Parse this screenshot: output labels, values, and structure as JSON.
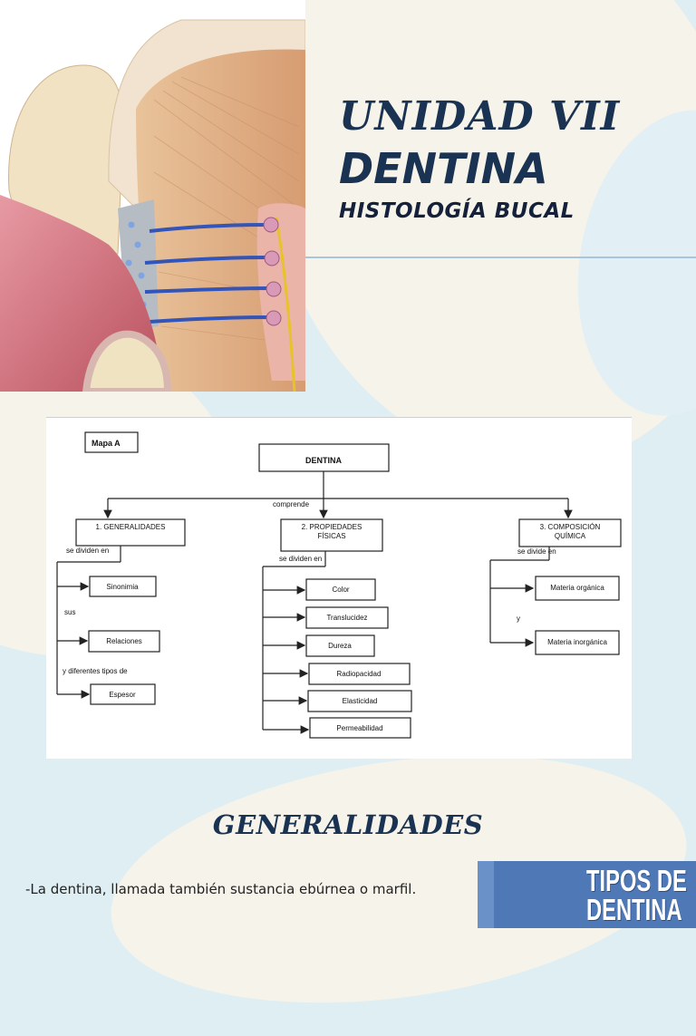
{
  "header": {
    "unit_title": "UNIDAD VII",
    "topic_title": "DENTINA",
    "course_subtitle": "HISTOLOGÍA BUCAL"
  },
  "illustration": {
    "icon": "tooth-cross-section-illustration"
  },
  "concept_map": {
    "label": "Mapa A",
    "root": "DENTINA",
    "connector": "comprende",
    "branches": [
      {
        "title": "1. GENERALIDADES",
        "subtitle": "",
        "connector": "se dividen en",
        "items": [
          "Sinonimia",
          "Relaciones",
          "Espesor"
        ],
        "between": [
          "sus",
          "y diferentes tipos de"
        ]
      },
      {
        "title": "2. PROPIEDADES",
        "subtitle": "FÍSICAS",
        "connector": "se dividen en",
        "items": [
          "Color",
          "Translucidez",
          "Dureza",
          "Radiopacidad",
          "Elasticidad",
          "Permeabilidad"
        ]
      },
      {
        "title": "3. COMPOSICIÓN",
        "subtitle": "QUÍMICA",
        "connector": "se divide en",
        "items": [
          "Materia orgánica",
          "Materia inorgánica"
        ],
        "between": [
          "y"
        ]
      }
    ]
  },
  "section": {
    "heading": "GENERALIDADES",
    "paragraph": "-La dentina, llamada también sustancia ebúrnea o marfil."
  },
  "thumbnail": {
    "text": "TIPOS DE\nDENTINA"
  },
  "colors": {
    "navy": "#1b3352",
    "background": "#dfeef3",
    "cream": "#f6f3ea",
    "thumb_blue": "#4f79b6"
  }
}
